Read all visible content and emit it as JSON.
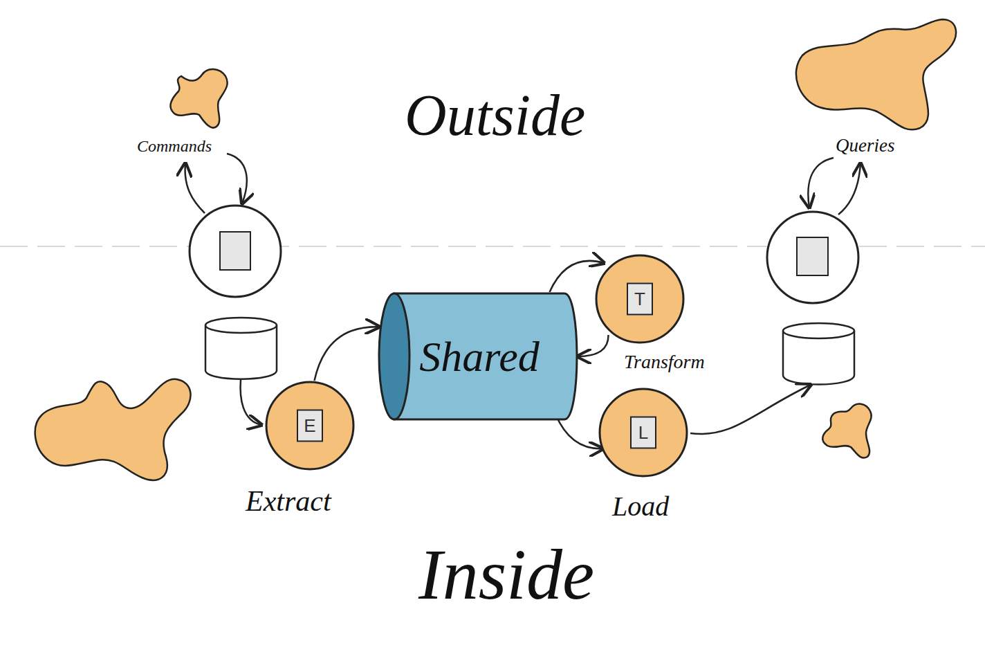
{
  "diagram": {
    "nodes": [
      {
        "text": [
          "E",
          "Extract"
        ]
      },
      {
        "text": [
          "Shared"
        ]
      },
      {
        "text": [
          "T",
          "Transform"
        ]
      },
      {
        "text": [
          "L",
          "Load"
        ]
      }
    ],
    "edges": [
      {
        "from": 0,
        "to": 1,
        "arrow": "to"
      },
      {
        "from": 1,
        "to": 2,
        "arrow": "to"
      },
      {
        "from": 2,
        "to": 1,
        "arrow": "to"
      },
      {
        "from": 1,
        "to": 3,
        "arrow": "to"
      }
    ],
    "labels": [
      "Outside",
      "Inside",
      "Commands",
      "Queries"
    ]
  }
}
